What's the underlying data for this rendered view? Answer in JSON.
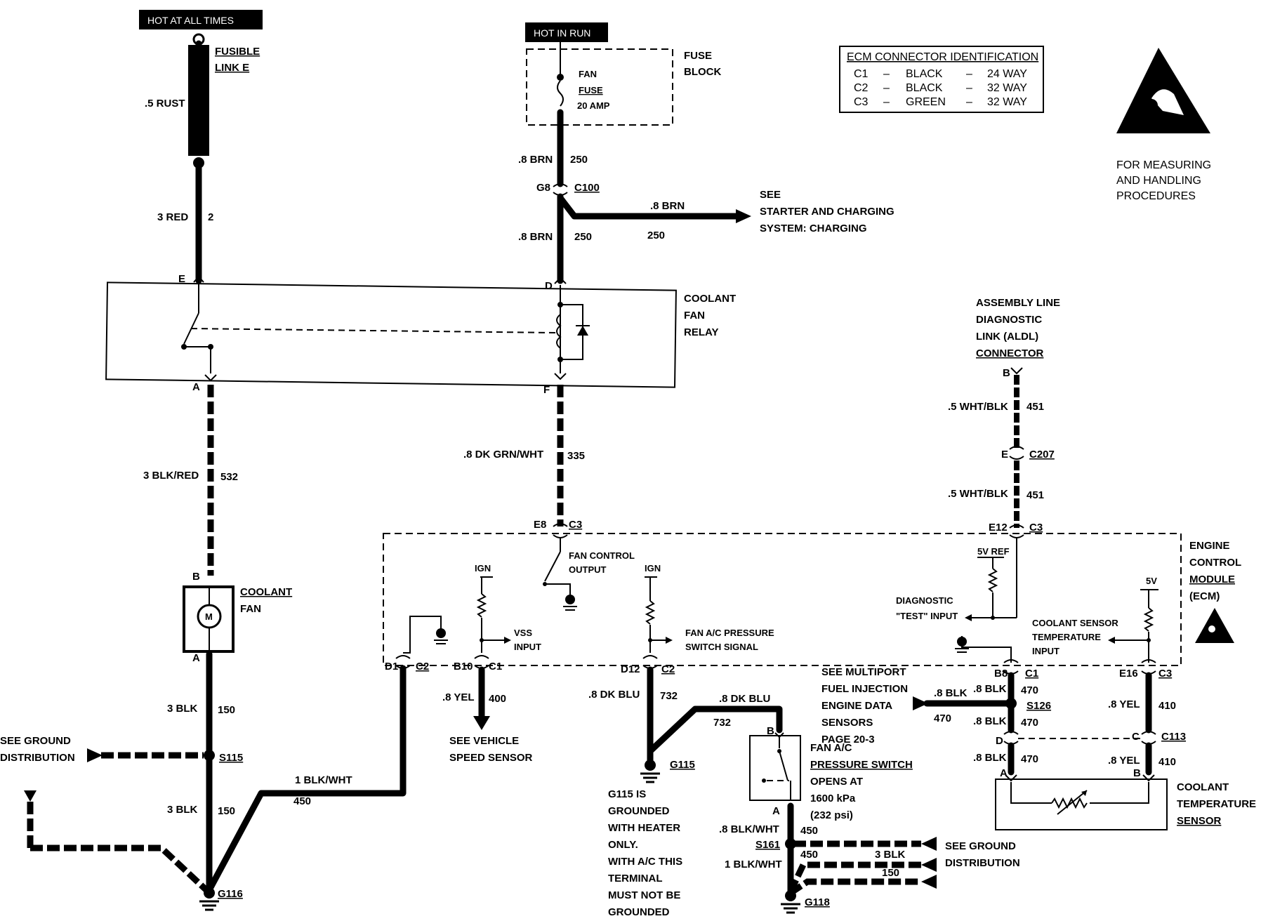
{
  "top_labels": {
    "hot_at_all_times": "HOT AT ALL TIMES",
    "hot_in_run": "HOT IN RUN"
  },
  "fusible_link": {
    "name_line1": "FUSIBLE",
    "name_line2": "LINK E",
    "wire": ".5 RUST"
  },
  "fuse_block": {
    "name_line1": "FUSE",
    "name_line2": "BLOCK",
    "fuse_line1": "FAN",
    "fuse_line2": "FUSE",
    "rating": "20 AMP"
  },
  "ecm_connector_id": {
    "title": "ECM CONNECTOR IDENTIFICATION",
    "rows": [
      {
        "id": "C1",
        "dash1": "–",
        "color": "BLACK",
        "dash2": "–",
        "size": "24 WAY"
      },
      {
        "id": "C2",
        "dash1": "–",
        "color": "BLACK",
        "dash2": "–",
        "size": "32 WAY"
      },
      {
        "id": "C3",
        "dash1": "–",
        "color": "GREEN",
        "dash2": "–",
        "size": "32 WAY"
      }
    ]
  },
  "esd_note": {
    "line1": "FOR MEASURING",
    "line2": "AND HANDLING",
    "line3": "PROCEDURES"
  },
  "wires": {
    "w3red": "3 RED",
    "w3red_circ": "2",
    "w8brn_a": ".8 BRN",
    "w8brn_a_circ": "250",
    "g8": "G8",
    "c100": "C100",
    "w8brn_b": ".8 BRN",
    "w8brn_b_circ": "250",
    "w8brn_c": ".8 BRN",
    "w8brn_c_circ": "250",
    "see_starter_1": "SEE",
    "see_starter_2": "STARTER AND CHARGING",
    "see_starter_3": "SYSTEM: CHARGING",
    "w3blkred": "3 BLK/RED",
    "w3blkred_circ": "532",
    "w8dkgrnwht": ".8 DK GRN/WHT",
    "w8dkgrnwht_circ": "335",
    "w3blk_a": "3 BLK",
    "w3blk_a_circ": "150",
    "w3blk_b": "3 BLK",
    "w3blk_b_circ": "150",
    "w1blkwht": "1 BLK/WHT",
    "w1blkwht_circ": "450",
    "w8yel": ".8 YEL",
    "w8yel_circ": "400",
    "w8dkblu_a": ".8 DK BLU",
    "w8dkblu_a_circ": "732",
    "w8dkblu_b": ".8 DK BLU",
    "w8dkblu_b_circ": "732",
    "w5whtblk_a": ".5 WHT/BLK",
    "w5whtblk_a_circ": "451",
    "w5whtblk_b": ".5 WHT/BLK",
    "w5whtblk_b_circ": "451",
    "w8blk_470_a": ".8 BLK",
    "w8blk_470_a_circ": "470",
    "w8blk_470_b": ".8 BLK",
    "w8blk_470_b_circ": "470",
    "w8blk_470_c": ".8 BLK",
    "w8blk_470_c_circ": "470",
    "w8blk_470_d": ".8 BLK",
    "w8blk_470_d_circ": "470",
    "w8yel_410_a": ".8 YEL",
    "w8yel_410_a_circ": "410",
    "w8yel_410_b": ".8 YEL",
    "w8yel_410_b_circ": "410",
    "w8blkwht_450": ".8 BLK/WHT",
    "w8blkwht_450_circ": "450",
    "w1blkwht_b": "1 BLK/WHT",
    "w1blkwht_b_circ": "450",
    "w3blk_c": "3 BLK",
    "w3blk_c_circ": "150"
  },
  "relay": {
    "line1": "COOLANT",
    "line2": "FAN",
    "line3": "RELAY",
    "pin_e": "E",
    "pin_d": "D",
    "pin_a": "A",
    "pin_f": "F"
  },
  "coolant_fan": {
    "line1": "COOLANT",
    "line2": "FAN",
    "pin_b": "B",
    "pin_a": "A",
    "motor": "M"
  },
  "aldl": {
    "line1": "ASSEMBLY LINE",
    "line2": "DIAGNOSTIC",
    "line3": "LINK (ALDL)",
    "line4": "CONNECTOR",
    "pin_b": "B",
    "pin_e": "E",
    "c207": "C207",
    "e12": "E12",
    "c3": "C3"
  },
  "ecm": {
    "line1": "ENGINE",
    "line2": "CONTROL",
    "line3": "MODULE",
    "line4": "(ECM)",
    "e8": "E8",
    "c3_top": "C3",
    "fan_ctrl_1": "FAN CONTROL",
    "fan_ctrl_2": "OUTPUT",
    "ign_1": "IGN",
    "ign_2": "IGN",
    "vss_1": "VSS",
    "vss_2": "INPUT",
    "fan_ac_1": "FAN A/C PRESSURE",
    "fan_ac_2": "SWITCH SIGNAL",
    "v5ref": "5V REF",
    "diag_1": "DIAGNOSTIC",
    "diag_2": "\"TEST\" INPUT",
    "v5": "5V",
    "cts_1": "COOLANT SENSOR",
    "cts_2": "TEMPERATURE",
    "cts_3": "INPUT",
    "d1": "D1",
    "c2_a": "C2",
    "b10": "B10",
    "c1_a": "C1",
    "d12": "D12",
    "c2_b": "C2",
    "b8": "B8",
    "c1_b": "C1",
    "e16": "E16",
    "c3_b": "C3"
  },
  "grounds": {
    "see_ground_1": "SEE GROUND",
    "see_ground_2": "DISTRIBUTION",
    "s115": "S115",
    "g116": "G116",
    "g115": "G115",
    "g115_note": [
      "G115 IS",
      "GROUNDED",
      "WITH HEATER",
      "ONLY.",
      "WITH A/C THIS",
      "TERMINAL",
      "MUST NOT BE",
      "GROUNDED"
    ],
    "s161": "S161",
    "g118": "G118",
    "see_ground_b1": "SEE GROUND",
    "see_ground_b2": "DISTRIBUTION"
  },
  "vss": {
    "line1": "SEE VEHICLE",
    "line2": "SPEED SENSOR"
  },
  "pfi": {
    "line1": "SEE MULTIPORT",
    "line2": "FUEL INJECTION",
    "line3": "ENGINE DATA",
    "line4": "SENSORS",
    "line5": "PAGE 20-3"
  },
  "splice": {
    "s126": "S126",
    "d": "D",
    "c": "C",
    "c113": "C113"
  },
  "pressure_switch": {
    "line1": "FAN A/C",
    "line2": "PRESSURE SWITCH",
    "line3": "OPENS AT",
    "line4": "1600 kPa",
    "line5": "(232 psi)",
    "pin_b": "B",
    "pin_a": "A"
  },
  "cts": {
    "line1": "COOLANT",
    "line2": "TEMPERATURE",
    "line3": "SENSOR",
    "pin_a": "A",
    "pin_b": "B"
  }
}
